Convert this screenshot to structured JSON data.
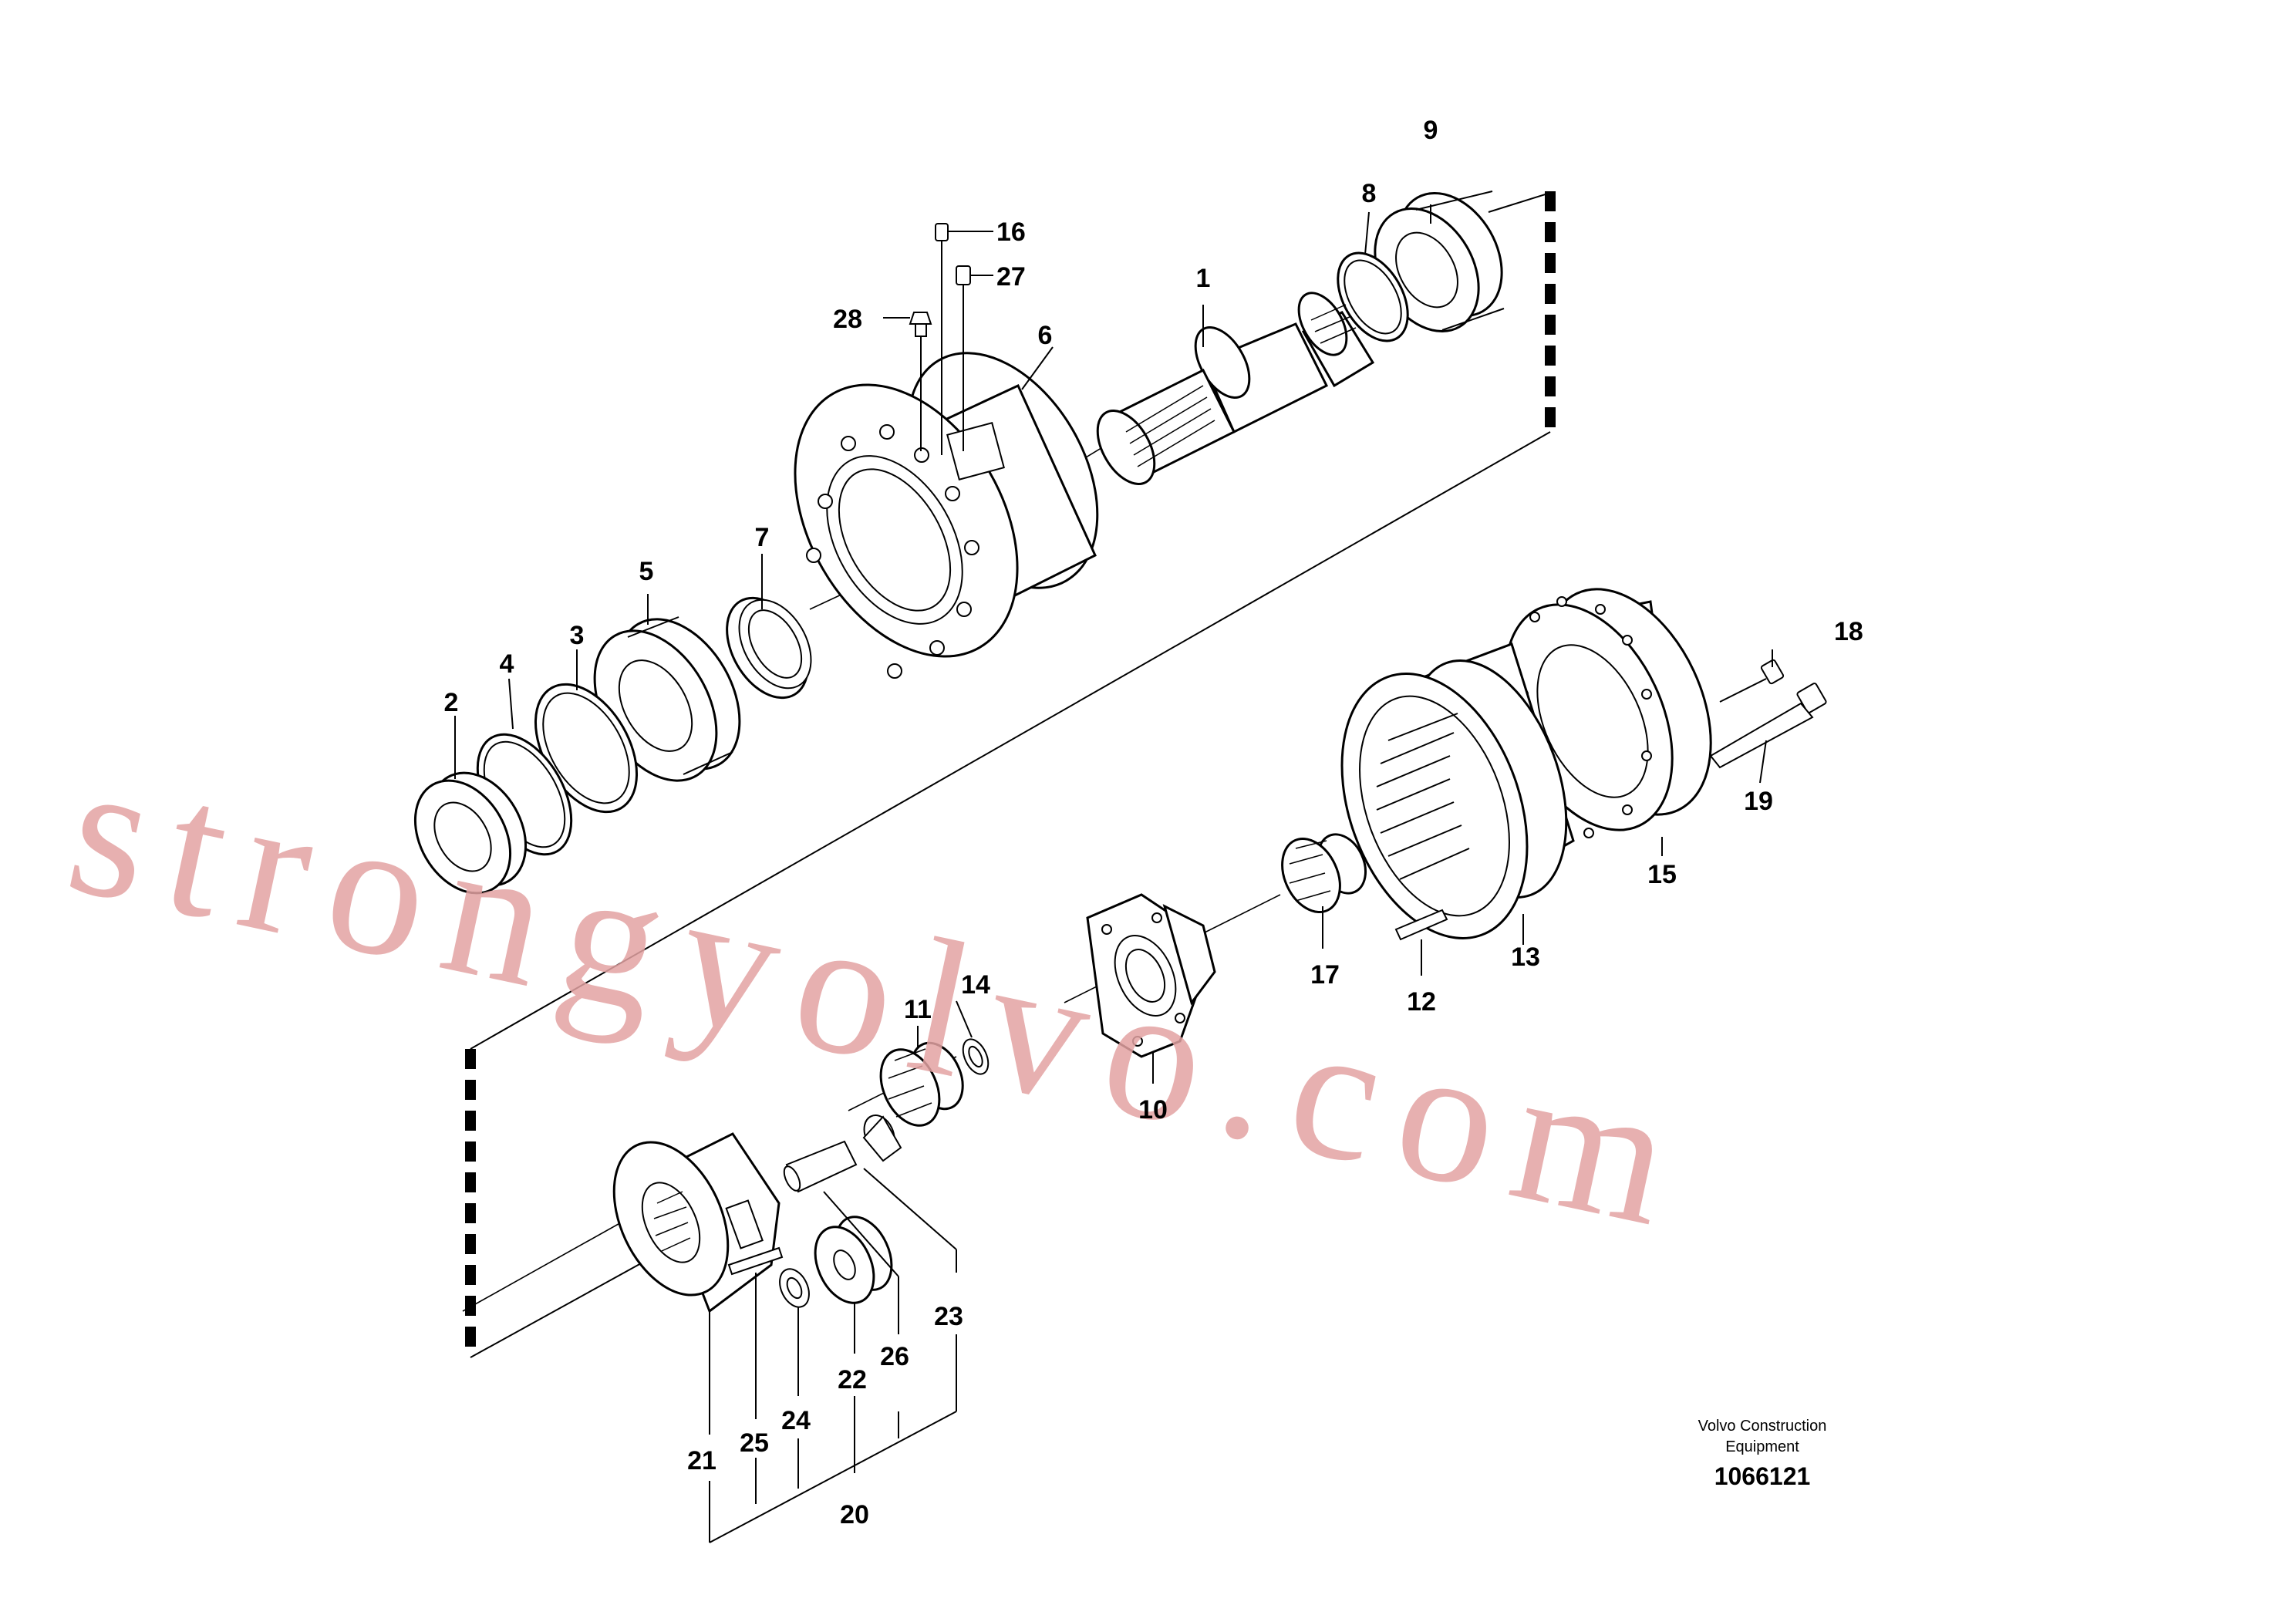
{
  "diagram": {
    "watermark": "strongyolvo.com",
    "caption": {
      "line1": "Volvo Construction",
      "line2": "Equipment",
      "number": "1066121"
    },
    "callouts": [
      "1",
      "2",
      "3",
      "4",
      "5",
      "6",
      "7",
      "8",
      "9",
      "10",
      "11",
      "12",
      "13",
      "14",
      "15",
      "16",
      "17",
      "18",
      "19",
      "20",
      "21",
      "22",
      "23",
      "24",
      "25",
      "26",
      "27",
      "28"
    ]
  }
}
